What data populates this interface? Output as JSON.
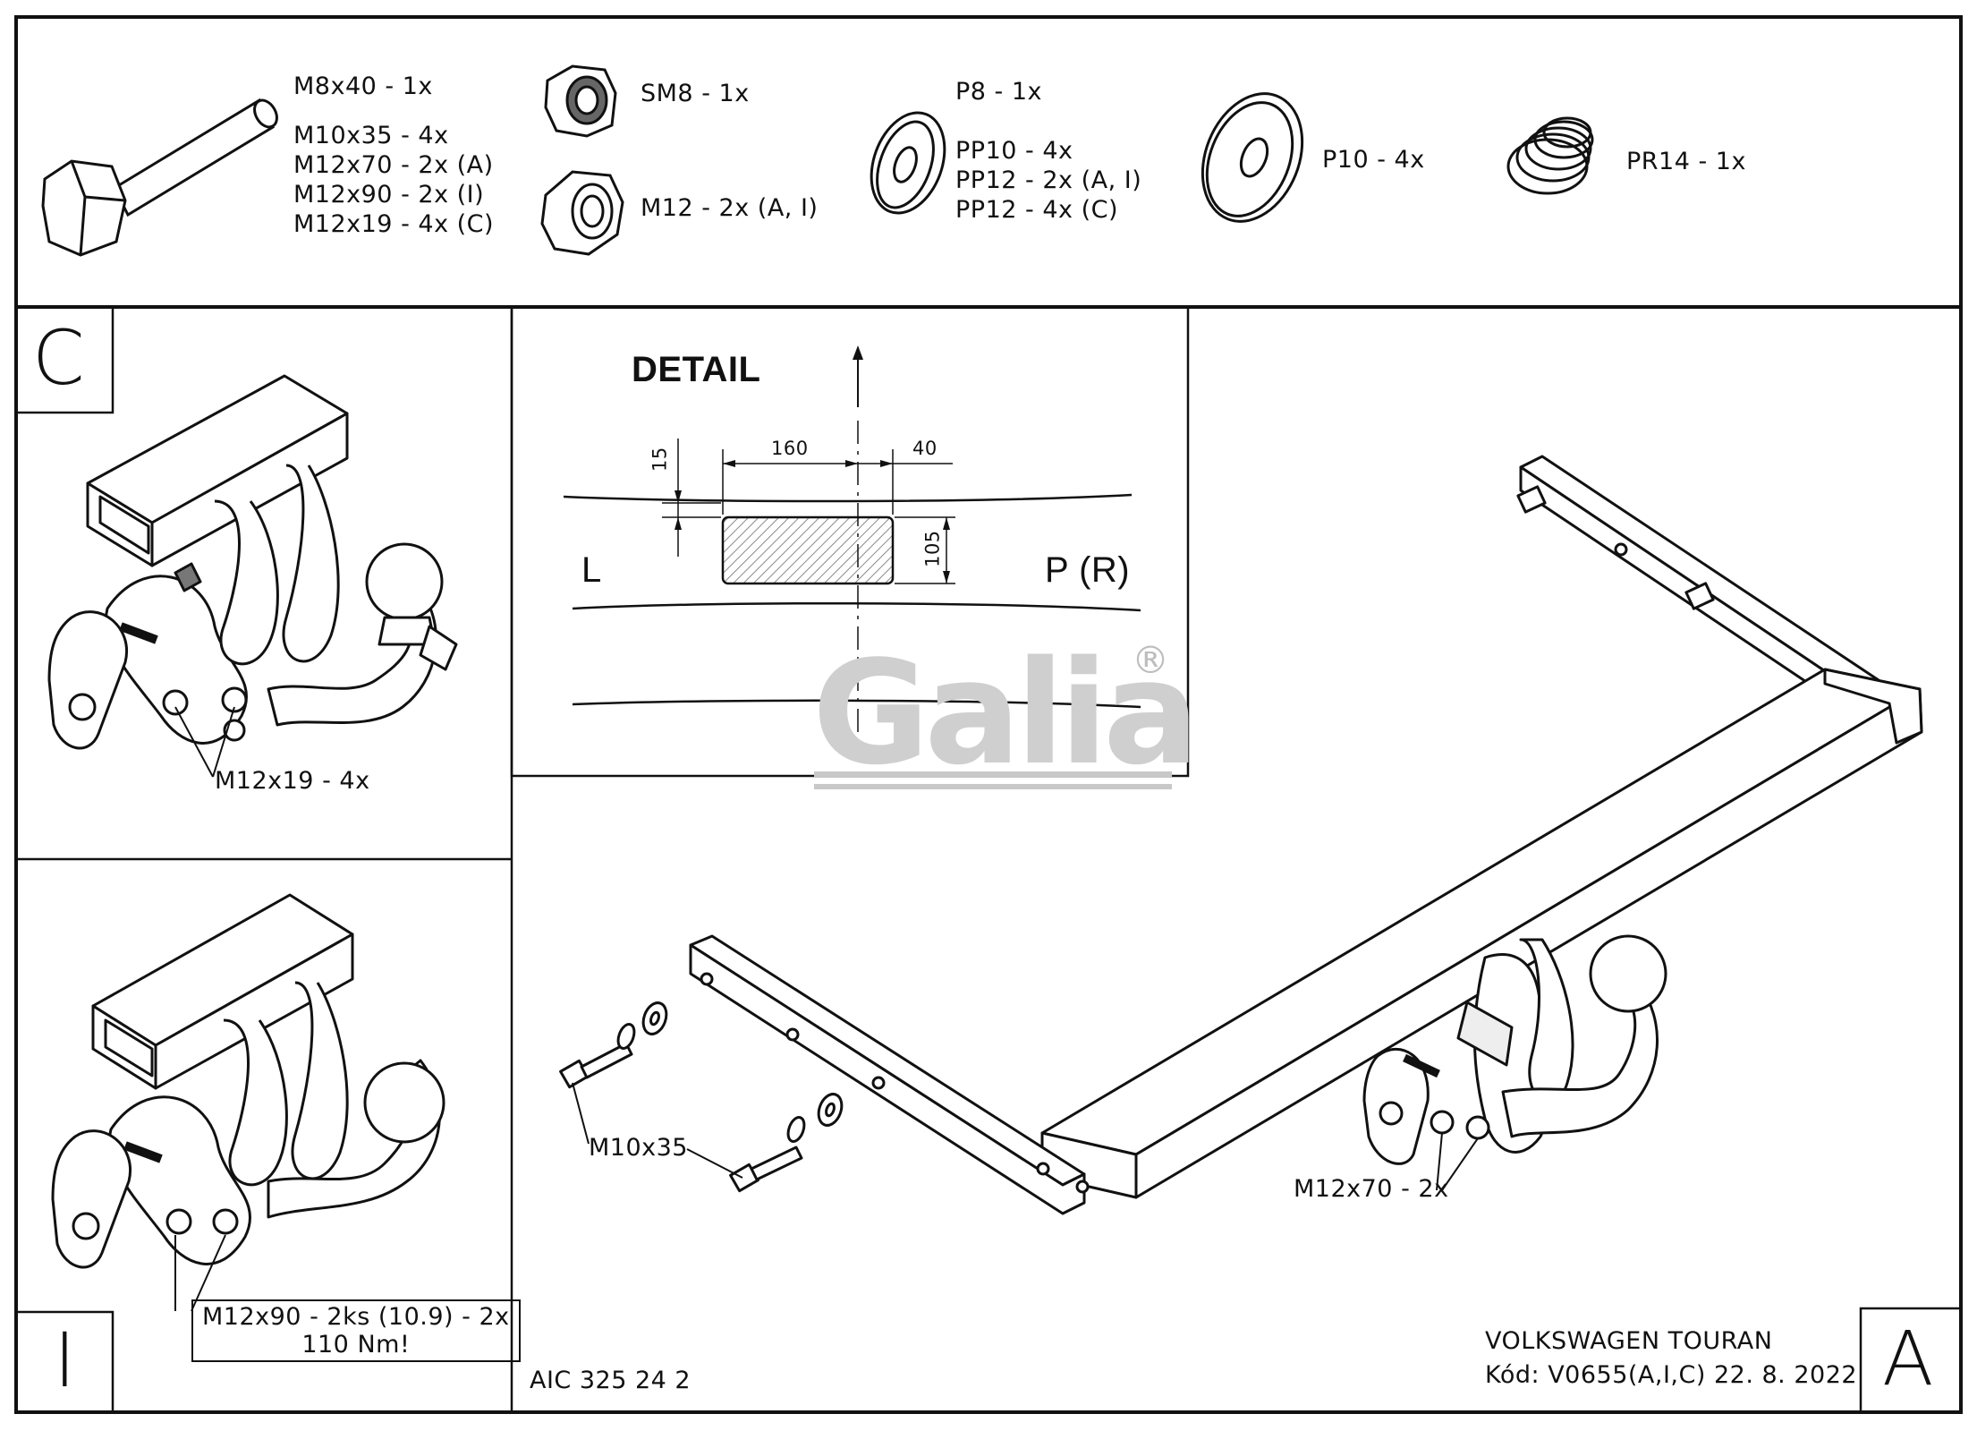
{
  "parts": {
    "bolt": [
      "M8x40 - 1x",
      "M10x35 - 4x",
      "M12x70 - 2x (A)",
      "M12x90 - 2x (I)",
      "M12x19 - 4x (C)"
    ],
    "nut_sm8": "SM8 - 1x",
    "nut_m12": "M12 - 2x (A, I)",
    "washer_p8": "P8 - 1x",
    "washer_pp": [
      "PP10 - 4x",
      "PP12 - 2x (A, I)",
      "PP12 - 4x (C)"
    ],
    "washer_p10": "P10 - 4x",
    "spring_washer": "PR14 - 1x"
  },
  "panel_c": {
    "letter": "C",
    "callout": "M12x19 - 4x"
  },
  "panel_i": {
    "letter": "I",
    "callout_line1": "M12x90 - 2ks (10.9) - 2x",
    "callout_line2": "110 Nm!"
  },
  "detail": {
    "title": "DETAIL",
    "left": "L",
    "right": "P (R)",
    "dims": {
      "offset_top": "15",
      "width": "160",
      "gap": "40",
      "height": "105"
    }
  },
  "panel_a": {
    "letter": "A",
    "callout_m10": "M10x35",
    "callout_m12": "M12x70 - 2x",
    "vehicle": "VOLKSWAGEN TOURAN",
    "code": "Kód: V0655(A,I,C)  22. 8. 2022"
  },
  "article": "AIC 325 24 2",
  "logo": {
    "text": "Galia",
    "mark": "®"
  },
  "colors": {
    "line": "#111111",
    "logo": "#c8c8c8",
    "hatch": "#9a9a9a"
  }
}
